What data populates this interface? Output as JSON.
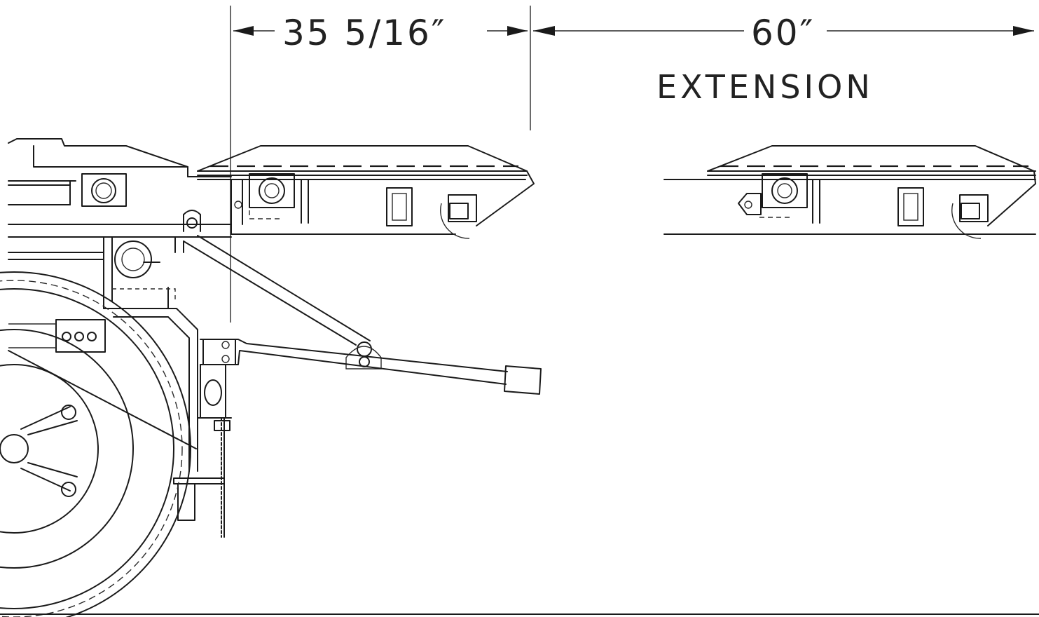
{
  "dimensions": {
    "left_value": "35 5/16″",
    "right_value": "60″",
    "right_caption": "EXTENSION"
  },
  "colors": {
    "line": "#1a1a1a",
    "background": "#ffffff"
  }
}
